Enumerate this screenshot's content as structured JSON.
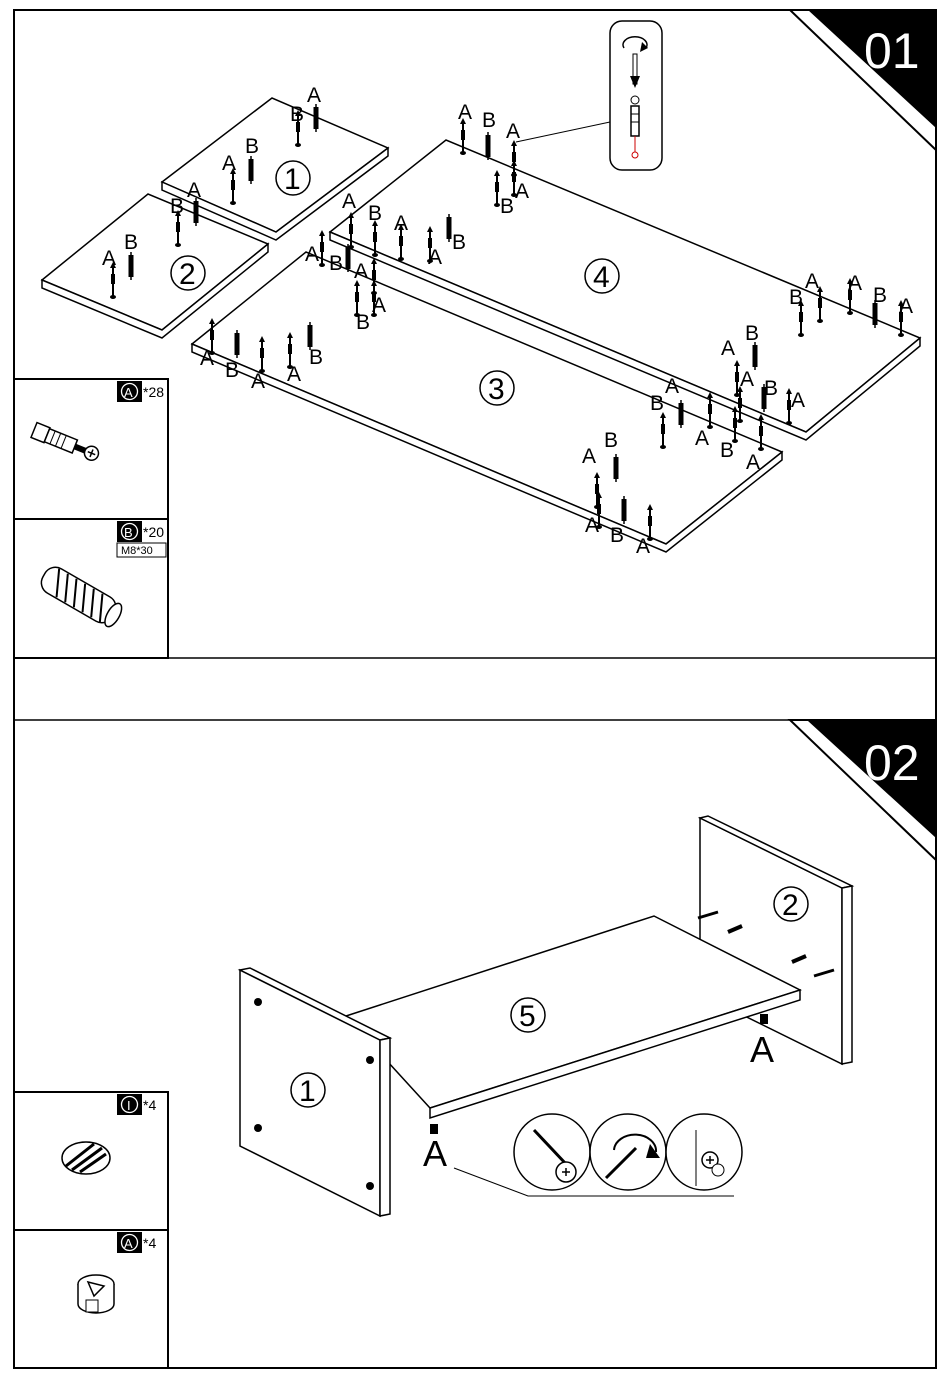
{
  "step1": {
    "number": "01",
    "panels": {
      "p1": "1",
      "p2": "2",
      "p3": "3",
      "p4": "4"
    },
    "hardware": {
      "a": {
        "letter": "A",
        "qty": "*28"
      },
      "b": {
        "letter": "B",
        "qty": "*20",
        "size": "M8*30"
      }
    },
    "letters": {
      "a": "A",
      "b": "B"
    }
  },
  "step2": {
    "number": "02",
    "panels": {
      "p1": "1",
      "p2": "2",
      "p5": "5"
    },
    "hardware": {
      "i": {
        "letter": "I",
        "qty": "*4"
      },
      "a": {
        "letter": "A",
        "qty": "*4"
      }
    },
    "letters": {
      "a": "A"
    }
  }
}
